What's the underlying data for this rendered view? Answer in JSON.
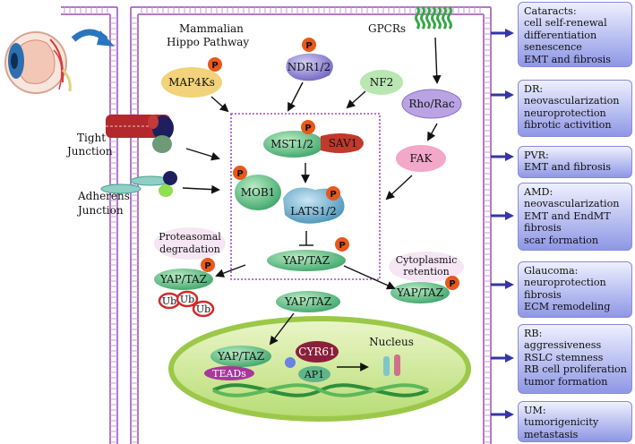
{
  "colors": {
    "membrane": "#b278c8",
    "box_border": "#a04cc0",
    "mst": "#7cc98e",
    "sav": "#c0392b",
    "mob": "#5fb982",
    "lats": "#6aa8c8",
    "yap": "#5fbf9a",
    "phospho": "#e8581a",
    "map4k": "#f2d27a",
    "ndr": "#8f86d6",
    "nf2": "#b9e6b2",
    "rho": "#b9a3e3",
    "fak": "#f3a7c9",
    "nucleus": "#c7e58a",
    "gpcr": "#35a845",
    "disease_box": "#9aa2e8",
    "disease_arrow": "#3535a8"
  },
  "labels": {
    "pathway_title_1": "Mammalian",
    "pathway_title_2": "Hippo Pathway",
    "gpcrs": "GPCRs",
    "tight_junction_1": "Tight",
    "tight_junction_2": "Junction",
    "adherens_junction_1": "Adherens",
    "adherens_junction_2": "Junction",
    "map4ks": "MAP4Ks",
    "ndr12": "NDR1/2",
    "nf2": "NF2",
    "rho_rac": "Rho/Rac",
    "fak": "FAK",
    "mst12": "MST1/2",
    "sav1": "SAV1",
    "mob1": "MOB1",
    "lats12": "LATS1/2",
    "yap_taz_center": "YAP/TAZ",
    "proteasomal_1": "Proteasomal",
    "proteasomal_2": "degradation",
    "yap_taz_degr": "YAP/TAZ",
    "ub": "Ub",
    "cyto_1": "Cytoplasmic",
    "cyto_2": "retention",
    "yap_taz_cyto": "YAP/TAZ",
    "yap_taz_nuc_in": "YAP/TAZ",
    "yap_taz_nucleus": "YAP/TAZ",
    "teads": "TEADs",
    "cyr61": "CYR61",
    "ap1": "AP1",
    "nucleus": "Nucleus",
    "p": "P"
  },
  "diseases": [
    {
      "lines": [
        "Cataracts:",
        "cell self-renewal",
        "differentiation",
        "senescence",
        "EMT and fibrosis"
      ]
    },
    {
      "lines": [
        "DR:",
        "neovascularization",
        "neuroprotection",
        "fibrotic activition"
      ]
    },
    {
      "lines": [
        "PVR:",
        "EMT and fibrosis"
      ]
    },
    {
      "lines": [
        "AMD:",
        "neovascularization",
        "EMT and EndMT",
        "fibrosis",
        "scar formation"
      ]
    },
    {
      "lines": [
        "Glaucoma:",
        "neuroprotection",
        "fibrosis",
        "ECM remodeling"
      ]
    },
    {
      "lines": [
        "RB:",
        "aggressiveness",
        "RSLC stemness",
        "RB cell proliferation",
        "tumor formation"
      ]
    },
    {
      "lines": [
        "UM:",
        "tumorigenicity",
        "metastasis"
      ]
    }
  ]
}
